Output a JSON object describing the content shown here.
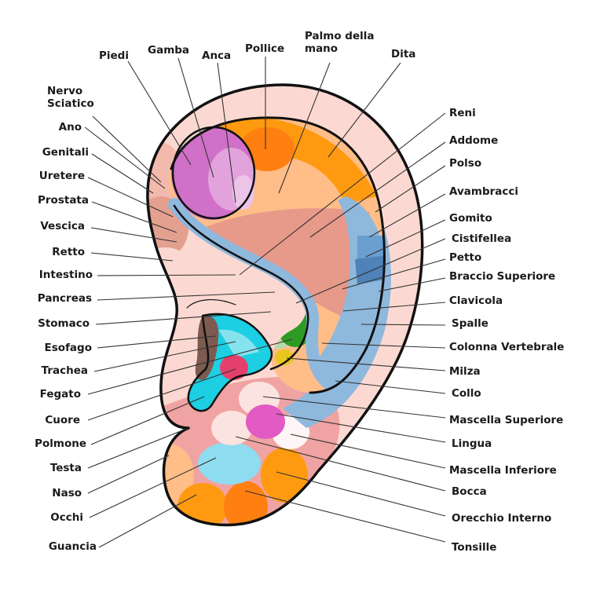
{
  "title": "Auricolo-terapia: mappa dell'orecchio",
  "colors": {
    "skin": "#fbd9d2",
    "skin_mid": "#f3b9ad",
    "skin_dark": "#e3a08f",
    "purple": "#d070c8",
    "purple_light": "#e2a3dc",
    "orange": "#ff9a10",
    "orange_dark": "#ff8010",
    "peach": "#ffbd88",
    "salmon": "#e7998a",
    "brown_red": "#c9664f",
    "blue": "#8fb8dd",
    "blue_mid": "#6a9fd0",
    "blue_dark": "#4e82b8",
    "yellow": "#e8c61d",
    "green": "#4caf3a",
    "green_dark": "#2e9a25",
    "green_light": "#b7dcab",
    "cyan": "#1ccfe2",
    "cyan_light": "#85e3ef",
    "brown": "#7d5b50",
    "pink": "#e5406c",
    "magenta": "#e25ac3",
    "sky": "#8edcf0",
    "lobe_pink": "#f0a3a3"
  },
  "labels_top": [
    {
      "id": "piedi",
      "text": "Piedi"
    },
    {
      "id": "gamba",
      "text": "Gamba"
    },
    {
      "id": "anca",
      "text": "Anca"
    },
    {
      "id": "pollice",
      "text": "Pollice"
    },
    {
      "id": "palmo",
      "text": "Palmo della",
      "text2": "mano"
    },
    {
      "id": "dita",
      "text": "Dita"
    }
  ],
  "labels_left": [
    {
      "id": "nervo",
      "text": "Nervo",
      "text2": "Sciatico"
    },
    {
      "id": "ano",
      "text": "Ano"
    },
    {
      "id": "genitali",
      "text": "Genitali"
    },
    {
      "id": "uretere",
      "text": "Uretere"
    },
    {
      "id": "prostata",
      "text": "Prostata"
    },
    {
      "id": "vescica",
      "text": "Vescica"
    },
    {
      "id": "retto",
      "text": "Retto"
    },
    {
      "id": "intestino",
      "text": "Intestino"
    },
    {
      "id": "pancreas",
      "text": "Pancreas"
    },
    {
      "id": "stomaco",
      "text": "Stomaco"
    },
    {
      "id": "esofago",
      "text": "Esofago"
    },
    {
      "id": "trachea",
      "text": "Trachea"
    },
    {
      "id": "fegato",
      "text": "Fegato"
    },
    {
      "id": "cuore",
      "text": "Cuore"
    },
    {
      "id": "polmone",
      "text": "Polmone"
    },
    {
      "id": "testa",
      "text": "Testa"
    },
    {
      "id": "naso",
      "text": "Naso"
    },
    {
      "id": "occhi",
      "text": "Occhi"
    },
    {
      "id": "guancia",
      "text": "Guancia"
    }
  ],
  "labels_right": [
    {
      "id": "reni",
      "text": "Reni"
    },
    {
      "id": "addome",
      "text": "Addome"
    },
    {
      "id": "polso",
      "text": "Polso"
    },
    {
      "id": "avambracci",
      "text": "Avambracci"
    },
    {
      "id": "gomito",
      "text": "Gomito"
    },
    {
      "id": "cistifellea",
      "text": "Cistifellea"
    },
    {
      "id": "petto",
      "text": "Petto"
    },
    {
      "id": "braccio_sup",
      "text": "Braccio Superiore"
    },
    {
      "id": "clavicola",
      "text": "Clavicola"
    },
    {
      "id": "spalle",
      "text": "Spalle"
    },
    {
      "id": "colonna",
      "text": "Colonna Vertebrale"
    },
    {
      "id": "milza",
      "text": "Milza"
    },
    {
      "id": "collo",
      "text": "Collo"
    },
    {
      "id": "mascella_sup",
      "text": "Mascella Superiore"
    },
    {
      "id": "lingua",
      "text": "Lingua"
    },
    {
      "id": "mascella_inf",
      "text": "Mascella Inferiore"
    },
    {
      "id": "bocca",
      "text": "Bocca"
    },
    {
      "id": "orecchio_int",
      "text": "Orecchio Interno"
    },
    {
      "id": "tonsille",
      "text": "Tonsille"
    }
  ]
}
